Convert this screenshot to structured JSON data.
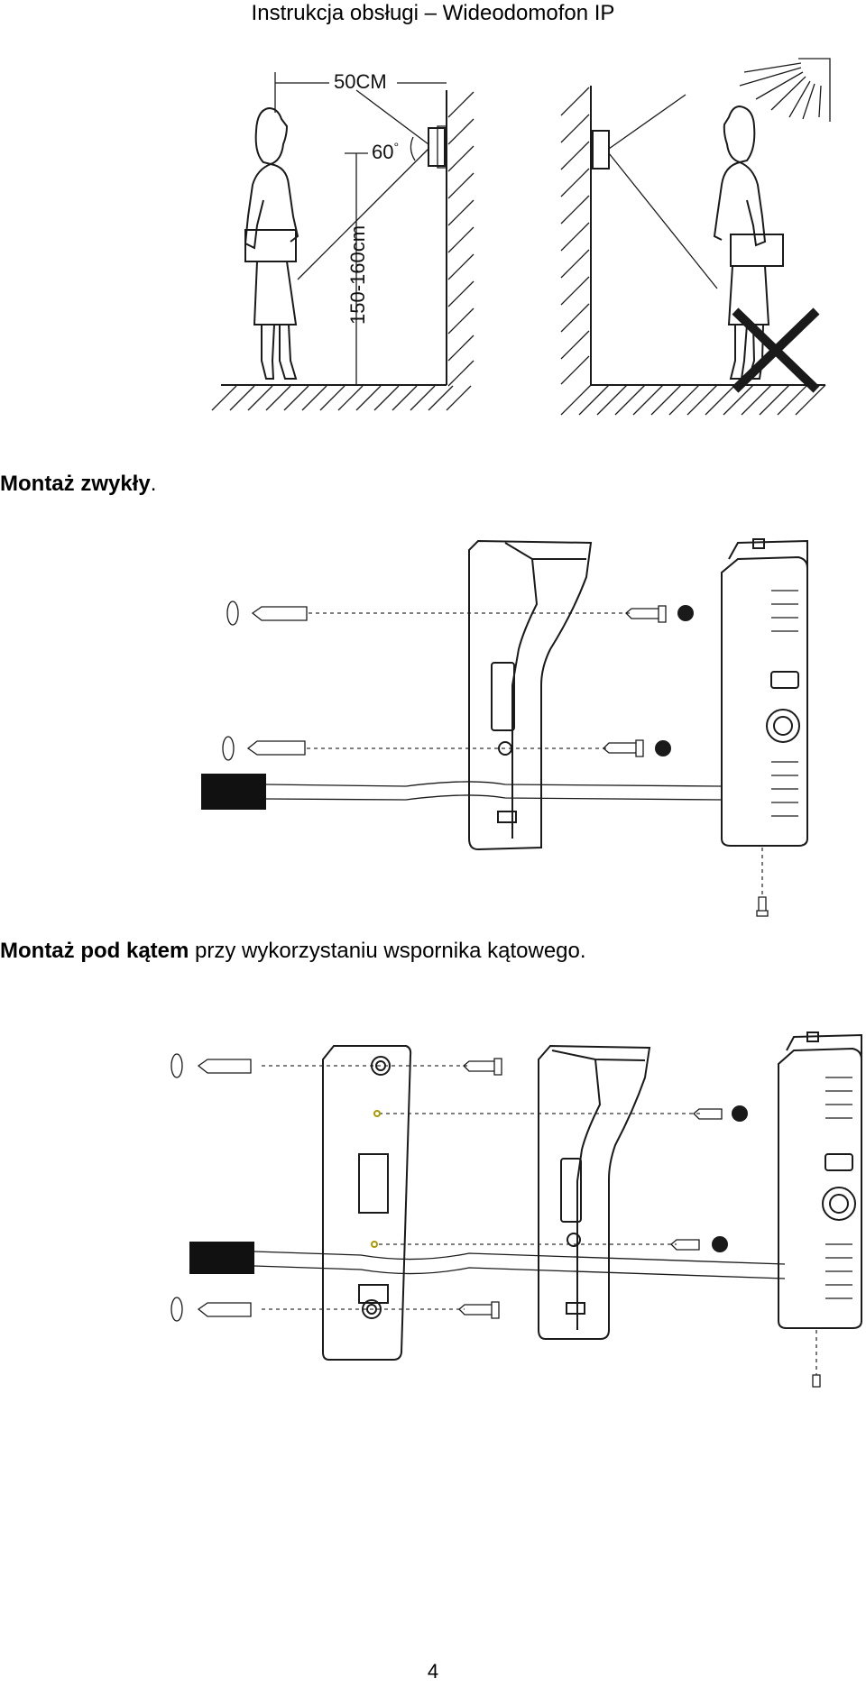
{
  "header": {
    "title": "Instrukcja obsługi – Wideodomofon IP"
  },
  "figure1": {
    "distance_label": "50CM",
    "angle_label": "60",
    "angle_unit": "°",
    "height_label": "150-160cm"
  },
  "section1": {
    "bold": "Montaż zwykły",
    "rest": "."
  },
  "section2": {
    "bold": "Montaż pod kątem",
    "rest": " przy wykorzystaniu wspornika kątowego."
  },
  "footer": {
    "page_number": "4"
  }
}
